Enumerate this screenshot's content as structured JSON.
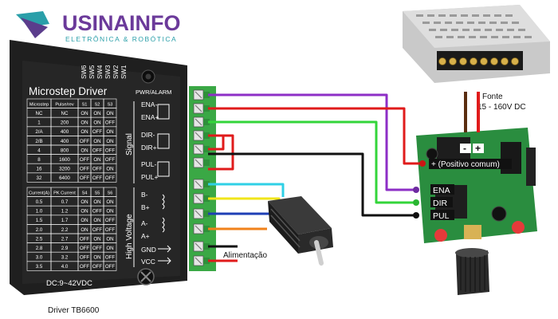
{
  "brand": {
    "name": "USINAINFO",
    "tagline": "ELETRÔNICA & ROBÓTICA"
  },
  "driver": {
    "title": "Microstep Driver",
    "caption": "Driver TB6600",
    "dc_label": "DC:9~42VDC",
    "pwr_alarm": "PWR/ALARM",
    "switches": [
      "SW6",
      "SW5",
      "SW4",
      "SW3",
      "SW2",
      "SW1"
    ],
    "signal_label": "Signal",
    "hv_label": "High Voltage",
    "table1": {
      "headers": [
        "Microstep",
        "Pulse/rev",
        "S1",
        "S2",
        "S3"
      ],
      "rows": [
        [
          "NC",
          "NC",
          "ON",
          "ON",
          "ON"
        ],
        [
          "1",
          "200",
          "ON",
          "ON",
          "OFF"
        ],
        [
          "2/A",
          "400",
          "ON",
          "OFF",
          "ON"
        ],
        [
          "2/B",
          "400",
          "OFF",
          "ON",
          "ON"
        ],
        [
          "4",
          "800",
          "ON",
          "OFF",
          "OFF"
        ],
        [
          "8",
          "1600",
          "OFF",
          "ON",
          "OFF"
        ],
        [
          "16",
          "3200",
          "OFF",
          "OFF",
          "ON"
        ],
        [
          "32",
          "6400",
          "OFF",
          "OFF",
          "OFF"
        ]
      ]
    },
    "table2": {
      "headers": [
        "Current(A)",
        "PK Current",
        "S4",
        "S5",
        "S6"
      ],
      "rows": [
        [
          "0.5",
          "0.7",
          "ON",
          "ON",
          "ON"
        ],
        [
          "1.0",
          "1.2",
          "ON",
          "OFF",
          "ON"
        ],
        [
          "1.5",
          "1.7",
          "ON",
          "ON",
          "OFF"
        ],
        [
          "2.0",
          "2.2",
          "ON",
          "OFF",
          "OFF"
        ],
        [
          "2.5",
          "2.7",
          "OFF",
          "ON",
          "ON"
        ],
        [
          "2.8",
          "2.9",
          "OFF",
          "OFF",
          "ON"
        ],
        [
          "3.0",
          "3.2",
          "OFF",
          "ON",
          "OFF"
        ],
        [
          "3.5",
          "4.0",
          "OFF",
          "OFF",
          "OFF"
        ]
      ]
    },
    "signal_pins": [
      "ENA-",
      "ENA+",
      "DIR-",
      "DIR+",
      "PUL-",
      "PUL+"
    ],
    "power_pins": [
      "B-",
      "B+",
      "A-",
      "A+",
      "GND",
      "VCC"
    ]
  },
  "supply": {
    "label_line1": "Fonte",
    "label_line2": "15 - 160V DC",
    "minus": "-",
    "plus": "+"
  },
  "motor": {
    "power_label": "Alimentação"
  },
  "controller": {
    "common_label": "+ (Positivo comum)",
    "ena_label": "ENA",
    "dir_label": "DIR",
    "pul_label": "PUL"
  },
  "colors": {
    "driver_body": "#1f1f1f",
    "terminal_green": "#3aa845",
    "pcb_green": "#2a8d3f",
    "wire_purple": "#8d2fc6",
    "wire_red": "#e01b1b",
    "wire_green": "#33d53a",
    "wire_black": "#111111",
    "wire_cyan": "#2fd0e6",
    "wire_yellow": "#f0e51a",
    "wire_blue": "#1e3fb5",
    "wire_orange": "#f0811a",
    "brand_teal": "#2a9fa9",
    "brand_purple": "#6b3a9a"
  }
}
